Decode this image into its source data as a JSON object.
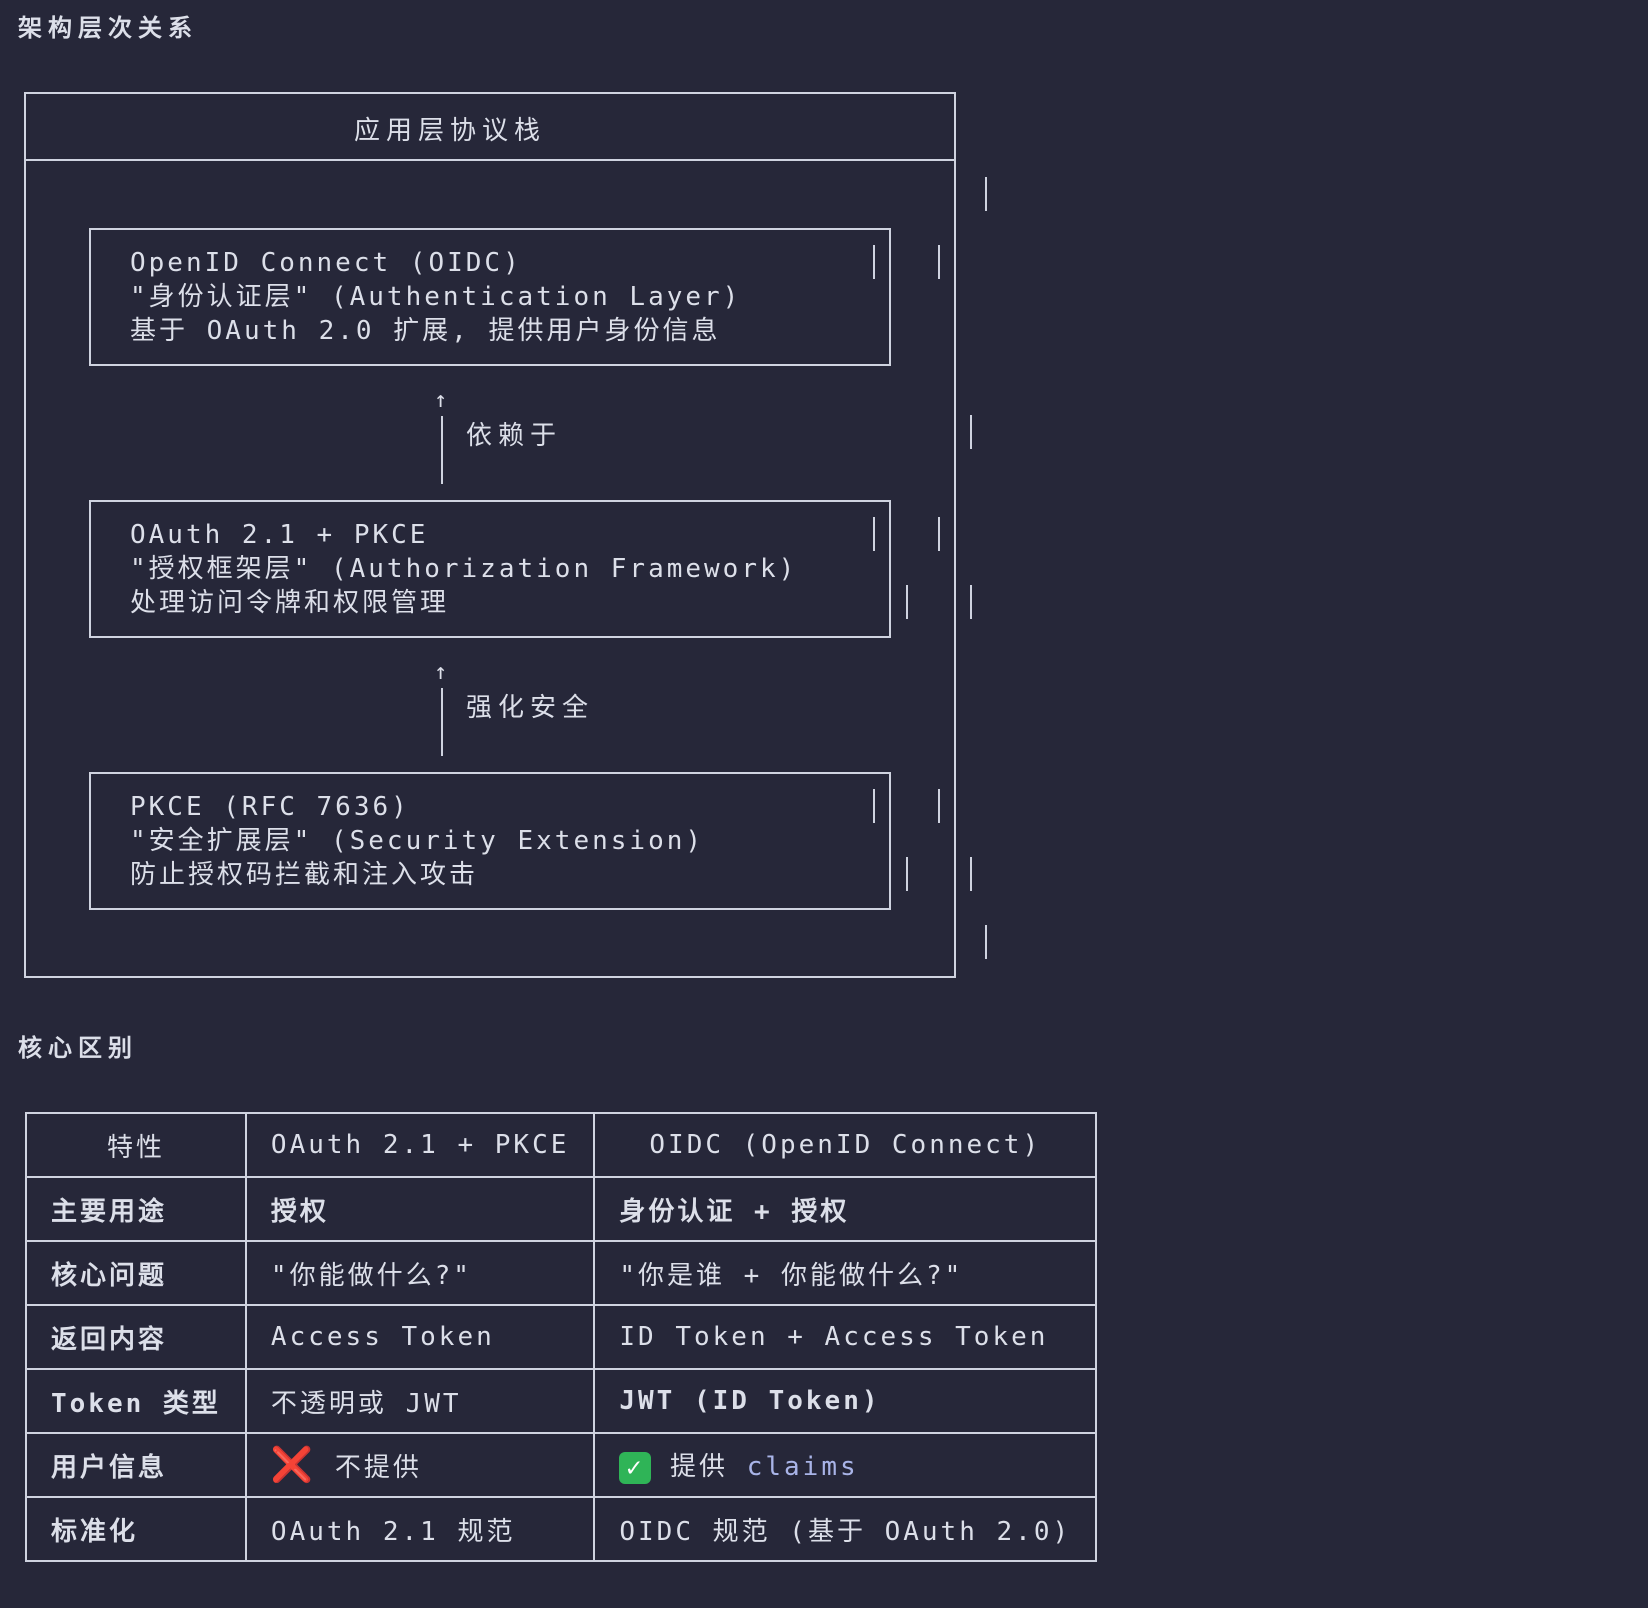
{
  "section1": {
    "title": "架构层次关系"
  },
  "stack": {
    "title": "应用层协议栈",
    "oidc": {
      "line1": "OpenID Connect (OIDC)",
      "line2": "\"身份认证层\" (Authentication Layer)",
      "line3": "基于 OAuth 2.0 扩展, 提供用户身份信息"
    },
    "dep1": {
      "arrow": "↑",
      "label": "依赖于"
    },
    "oauth": {
      "line1": "OAuth 2.1 + PKCE",
      "line2": "\"授权框架层\" (Authorization Framework)",
      "line3": "处理访问令牌和权限管理"
    },
    "dep2": {
      "arrow": "↑",
      "label": "强化安全"
    },
    "pkce": {
      "line1": "PKCE (RFC 7636)",
      "line2": "\"安全扩展层\" (Security Extension)",
      "line3": "防止授权码拦截和注入攻击"
    }
  },
  "section2": {
    "title": "核心区别"
  },
  "table": {
    "headers": [
      "特性",
      "OAuth 2.1 + PKCE",
      "OIDC (OpenID Connect)"
    ],
    "rows": [
      [
        "主要用途",
        "授权",
        "身份认证 + 授权"
      ],
      [
        "核心问题",
        "\"你能做什么?\"",
        "\"你是谁 + 你能做什么?\""
      ],
      [
        "返回内容",
        "Access Token",
        "ID Token + Access Token"
      ],
      [
        "Token 类型",
        "不透明或 JWT",
        "JWT (ID Token)"
      ],
      [
        "用户信息",
        "不提供",
        "提供"
      ],
      [
        "标准化",
        "OAuth 2.1 规范",
        "OIDC 规范 (基于 OAuth 2.0)"
      ]
    ],
    "userinfo_claims": "claims",
    "cross_icon": "❌",
    "check_icon": "✓"
  },
  "colors": {
    "background": "#262739",
    "text": "#dcdfe9",
    "border": "#cfd3e0",
    "accent": "#a9b4e8"
  }
}
